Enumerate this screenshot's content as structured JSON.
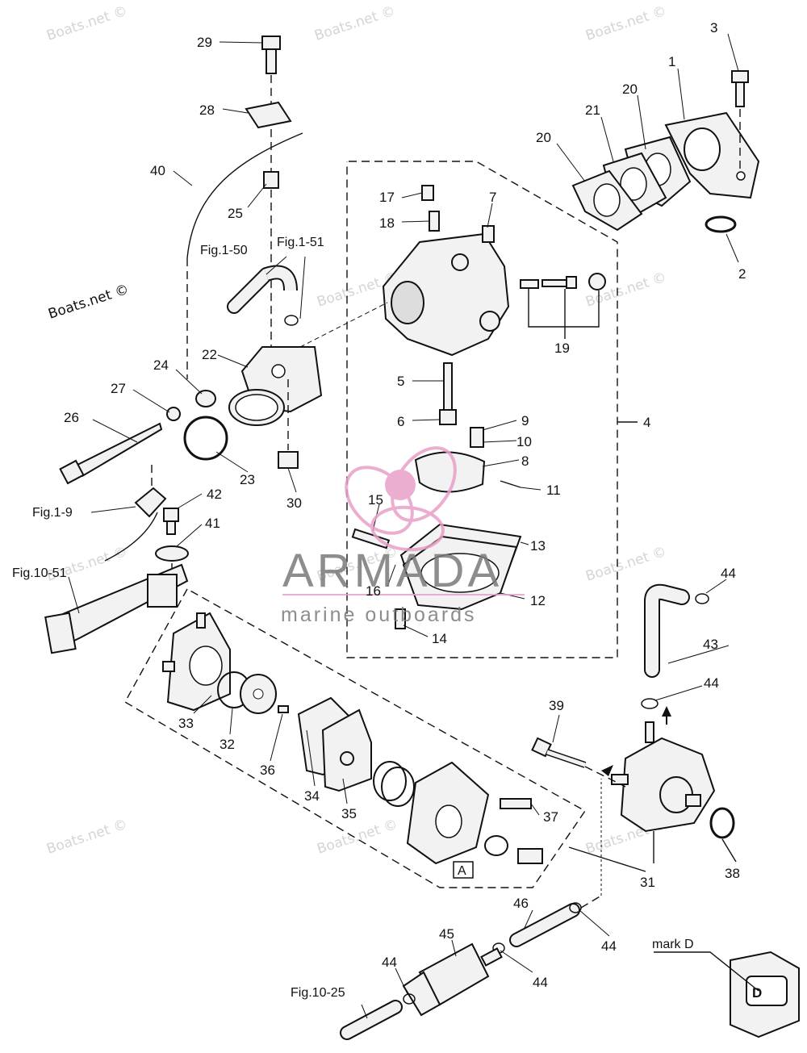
{
  "watermarks": {
    "small": "Boats.net ©",
    "large": "Boats.net ©"
  },
  "brand": {
    "name": "ARMADA",
    "tagline": "marine outboards",
    "color_pink": "#e8a0c8",
    "color_gray": "#7a7a7a"
  },
  "callouts": {
    "n1": "1",
    "n2": "2",
    "n3": "3",
    "n4": "4",
    "n5": "5",
    "n6": "6",
    "n7": "7",
    "n8": "8",
    "n9": "9",
    "n10": "10",
    "n11": "11",
    "n12": "12",
    "n13": "13",
    "n14": "14",
    "n15": "15",
    "n16": "16",
    "n17": "17",
    "n18": "18",
    "n19": "19",
    "n20a": "20",
    "n20b": "20",
    "n21": "21",
    "n22": "22",
    "n23": "23",
    "n24": "24",
    "n25": "25",
    "n26": "26",
    "n27": "27",
    "n28": "28",
    "n29": "29",
    "n30": "30",
    "n31": "31",
    "n32": "32",
    "n33": "33",
    "n34": "34",
    "n35": "35",
    "n36": "36",
    "n37": "37",
    "n38": "38",
    "n39": "39",
    "n40": "40",
    "n41": "41",
    "n42": "42",
    "n43": "43",
    "n44a": "44",
    "n44b": "44",
    "n44c": "44",
    "n44d": "44",
    "n44e": "44",
    "n45": "45",
    "n46": "46"
  },
  "figure_refs": {
    "fig1_50": "Fig.1-50",
    "fig1_51": "Fig.1-51",
    "fig1_9": "Fig.1-9",
    "fig10_51": "Fig.10-51",
    "fig10_25": "Fig.10-25"
  },
  "marks": {
    "box_a": "A",
    "mark_d_label": "mark D",
    "mark_d_letter": "D"
  }
}
